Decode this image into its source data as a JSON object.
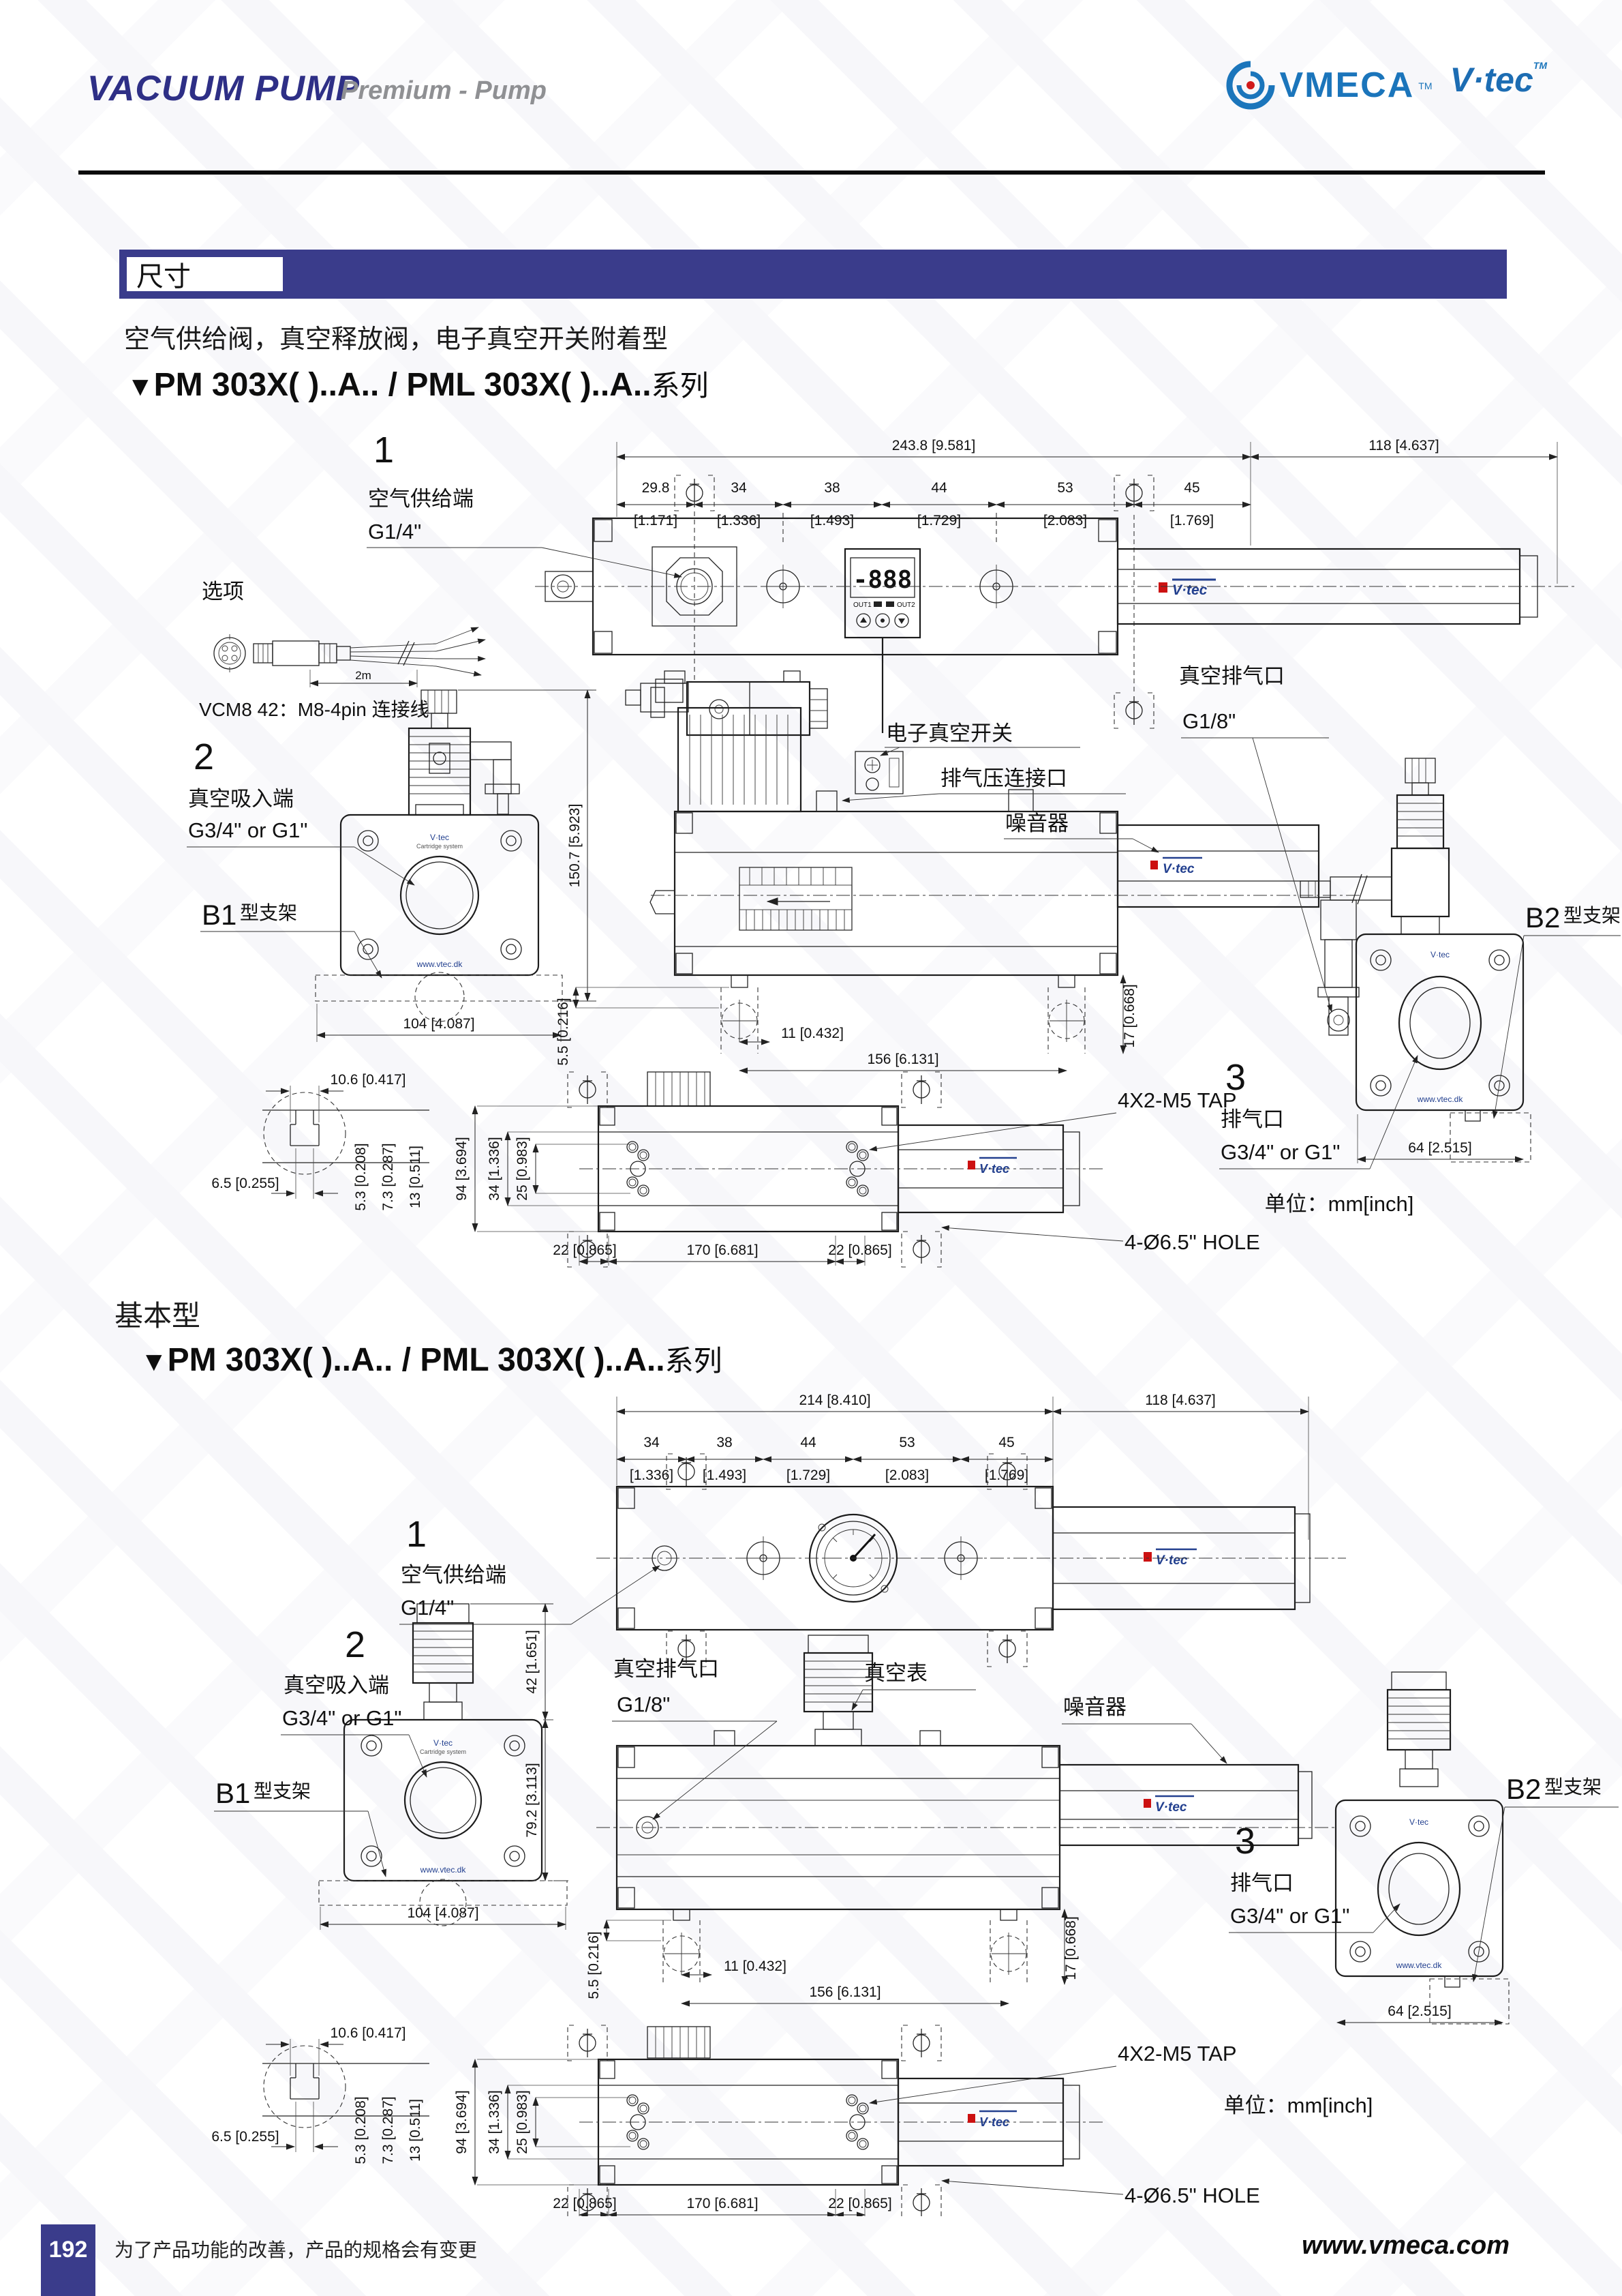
{
  "header": {
    "title": "VACUUM PUMP",
    "subtitle": "Premium - Pump",
    "brand": "VMECA",
    "brand_tm": "TM",
    "brand2": "V·tec",
    "brand2_tm": "TM"
  },
  "bar": {
    "label": "尺寸"
  },
  "shared": {
    "vtec": "V·tec",
    "vtec_site": "www.vtec.dk",
    "cartridge": "Cartridge system"
  },
  "attached": {
    "marker": "▼",
    "desc": "空气供给阀，真空释放阀，电子真空开关附着型",
    "series": "PM 303X( )..A..  /  PML 303X( )..A..",
    "series_suffix": "系列",
    "option": {
      "label": "选项",
      "len": "2m",
      "name": "VCM8 42：M8-4pin 连接线"
    },
    "c1": {
      "n": "1",
      "l1": "空气供给端",
      "l2": "G1/4\""
    },
    "c2": {
      "n": "2",
      "l1": "真空吸入端",
      "l2": "G3/4\" or G1\""
    },
    "c3": {
      "n": "3",
      "l1": "排气口",
      "l2": "G3/4\" or G1\""
    },
    "lbl": {
      "switch": "电子真空开关",
      "conn": "排气压连接口",
      "muf": "噪音器",
      "vex": "真空排气口",
      "vex2": "G1/8\"",
      "b1": "B1",
      "b2": "B2",
      "bracket": "型支架"
    },
    "disp": {
      "v": "-888",
      "o1": "OUT1",
      "o2": "OUT2"
    },
    "top": {
      "total": "243.8 [9.581]",
      "right": "118 [4.637]",
      "segs": [
        {
          "mm": "29.8",
          "in": "[1.171]"
        },
        {
          "mm": "34",
          "in": "[1.336]"
        },
        {
          "mm": "38",
          "in": "[1.493]"
        },
        {
          "mm": "44",
          "in": "[1.729]"
        },
        {
          "mm": "53",
          "in": "[2.083]"
        },
        {
          "mm": "45",
          "in": "[1.769]"
        }
      ]
    },
    "front": {
      "h": "150.7 [5.923]",
      "w": "104 [4.087]",
      "fh": "5.5 [0.216]",
      "fo": "11 [0.432]",
      "span": "156 [6.131]",
      "dep": "17 [0.668]",
      "b2w": "64 [2.515]"
    },
    "bot": {
      "st": "10.6 [0.417]",
      "sw": "6.5 [0.255]",
      "d1": "5.3 [0.208]",
      "d2": "7.3 [0.287]",
      "d3": "13 [0.511]",
      "h": "94 [3.694]",
      "v1": "34 [1.336]",
      "v2": "25 [0.983]",
      "e1": "22 [0.865]",
      "mid": "170 [6.681]",
      "e2": "22 [0.865]",
      "tap": "4X2-M5 TAP",
      "hole": "4-Ø6.5\" HOLE"
    },
    "unit": "单位：mm[inch]"
  },
  "basic": {
    "marker": "▼",
    "type": "基本型",
    "series": "PM 303X( )..A..  /  PML 303X( )..A..",
    "series_suffix": "系列",
    "c1": {
      "n": "1",
      "l1": "空气供给端",
      "l2": "G1/4\""
    },
    "c2": {
      "n": "2",
      "l1": "真空吸入端",
      "l2": "G3/4\" or G1\""
    },
    "c3": {
      "n": "3",
      "l1": "排气口",
      "l2": "G3/4\" or G1\""
    },
    "lbl": {
      "vex": "真空排气口",
      "vex2": "G1/8\"",
      "gauge": "真空表",
      "muf": "噪音器",
      "b1": "B1",
      "b2": "B2",
      "bracket": "型支架"
    },
    "top": {
      "total": "214 [8.410]",
      "right": "118 [4.637]",
      "segs": [
        {
          "mm": "34",
          "in": "[1.336]"
        },
        {
          "mm": "38",
          "in": "[1.493]"
        },
        {
          "mm": "44",
          "in": "[1.729]"
        },
        {
          "mm": "53",
          "in": "[2.083]"
        },
        {
          "mm": "45",
          "in": "[1.769]"
        }
      ]
    },
    "front": {
      "mh": "42 [1.651]",
      "h": "79.2 [3.113]",
      "w": "104 [4.087]",
      "fh": "5.5 [0.216]",
      "fo": "11 [0.432]",
      "span": "156 [6.131]",
      "dep": "17 [0.668]",
      "b2w": "64 [2.515]"
    },
    "bot": {
      "st": "10.6 [0.417]",
      "sw": "6.5 [0.255]",
      "d1": "5.3 [0.208]",
      "d2": "7.3 [0.287]",
      "d3": "13 [0.511]",
      "h": "94 [3.694]",
      "v1": "34 [1.336]",
      "v2": "25 [0.983]",
      "e1": "22 [0.865]",
      "mid": "170 [6.681]",
      "e2": "22 [0.865]",
      "tap": "4X2-M5 TAP",
      "hole": "4-Ø6.5\" HOLE"
    },
    "unit": "单位：mm[inch]"
  },
  "footer": {
    "page": "192",
    "note": "为了产品功能的改善，产品的规格会有变更",
    "site": "www.vmeca.com"
  }
}
